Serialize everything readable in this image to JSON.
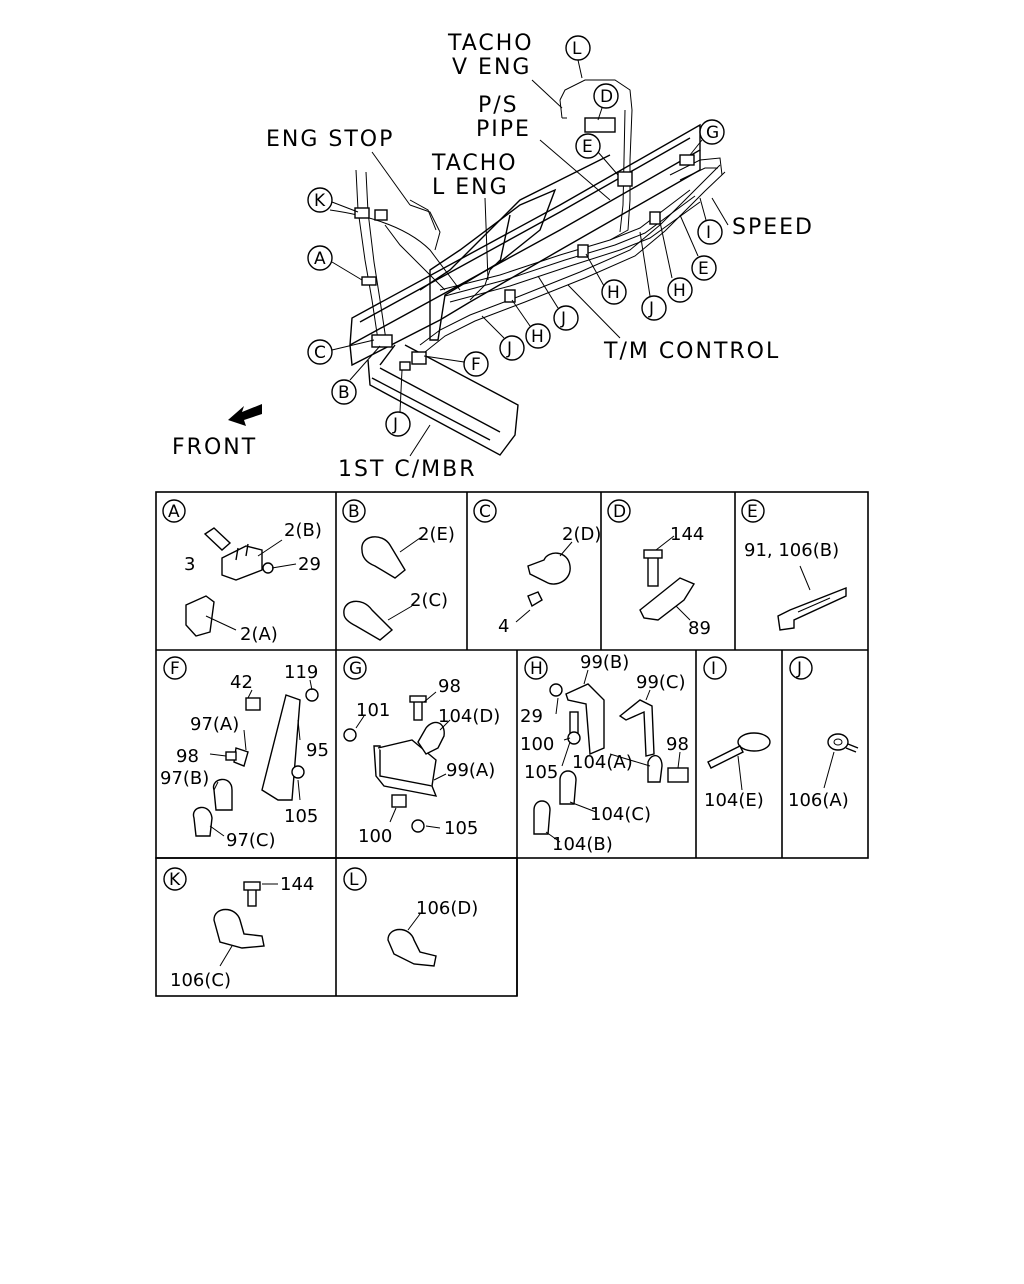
{
  "overview": {
    "labels": {
      "tacho_v_eng_1": "TACHO",
      "tacho_v_eng_2": "V ENG",
      "ps_pipe_1": "P/S",
      "ps_pipe_2": "PIPE",
      "eng_stop": "ENG STOP",
      "tacho_l_eng_1": "TACHO",
      "tacho_l_eng_2": "L ENG",
      "speed": "SPEED",
      "tm_control": "T/M CONTROL",
      "front": "FRONT",
      "first_cmbr": "1ST C/MBR"
    },
    "callouts": {
      "L": "L",
      "D": "D",
      "G": "G",
      "E1": "E",
      "K": "K",
      "A": "A",
      "I": "I",
      "E2": "E",
      "H1": "H",
      "H2": "H",
      "J1": "J",
      "J2": "J",
      "J3": "J",
      "J4": "J",
      "H3": "H",
      "C": "C",
      "B": "B",
      "F": "F"
    }
  },
  "panels": {
    "A": {
      "letter": "A",
      "parts": {
        "p1": "2(B)",
        "p2": "3",
        "p3": "29",
        "p4": "2(A)"
      }
    },
    "B": {
      "letter": "B",
      "parts": {
        "p1": "2(E)",
        "p2": "2(C)"
      }
    },
    "C": {
      "letter": "C",
      "parts": {
        "p1": "2(D)",
        "p2": "4"
      }
    },
    "D": {
      "letter": "D",
      "parts": {
        "p1": "144",
        "p2": "89"
      }
    },
    "E": {
      "letter": "E",
      "parts": {
        "p1": "91, 106(B)"
      }
    },
    "F": {
      "letter": "F",
      "parts": {
        "p1": "42",
        "p2": "119",
        "p3": "97(A)",
        "p4": "95",
        "p5": "98",
        "p6": "97(B)",
        "p7": "105",
        "p8": "97(C)"
      }
    },
    "G": {
      "letter": "G",
      "parts": {
        "p1": "98",
        "p2": "101",
        "p3": "104(D)",
        "p4": "99(A)",
        "p5": "100",
        "p6": "105"
      }
    },
    "H": {
      "letter": "H",
      "parts": {
        "p1": "99(B)",
        "p2": "99(C)",
        "p3": "29",
        "p4": "100",
        "p5": "98",
        "p6": "105",
        "p7": "104(A)",
        "p8": "104(C)",
        "p9": "104(B)"
      }
    },
    "I": {
      "letter": "I",
      "parts": {
        "p1": "104(E)"
      }
    },
    "J": {
      "letter": "J",
      "parts": {
        "p1": "106(A)"
      }
    },
    "K": {
      "letter": "K",
      "parts": {
        "p1": "144",
        "p2": "106(C)"
      }
    },
    "L": {
      "letter": "L",
      "parts": {
        "p1": "106(D)"
      }
    }
  }
}
